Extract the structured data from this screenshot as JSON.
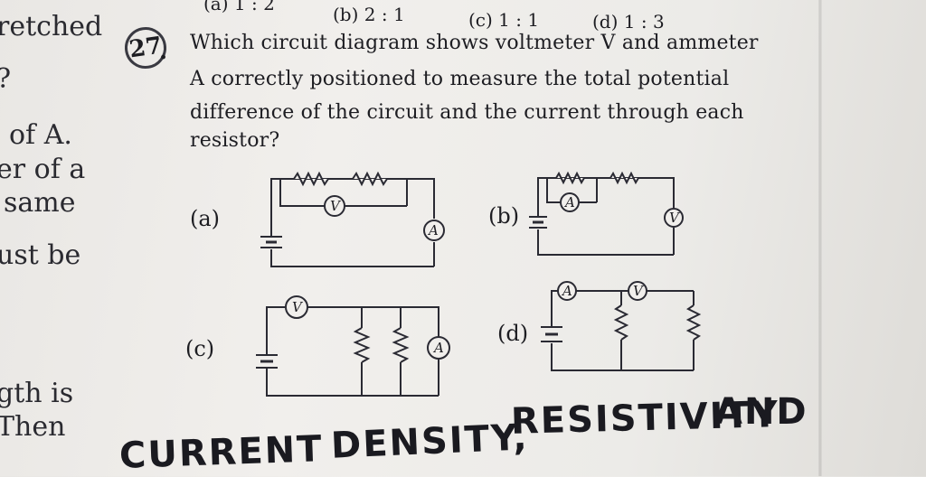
{
  "left_margin": [
    "retched",
    "?",
    "of A.",
    "er of a",
    "same",
    "ust be",
    "gth is",
    "Then"
  ],
  "prev_options": {
    "a": "(a)  1 : 2",
    "b": "(b)  2 : 1",
    "c": "(c)  1 : 1",
    "d": "(d)  1 : 3"
  },
  "question": {
    "number": "27",
    "lines": [
      "Which circuit diagram shows voltmeter V and ammeter",
      "A correctly positioned to measure the total potential",
      "difference of the circuit and the current through each",
      "resistor?"
    ]
  },
  "options": {
    "a_label": "(a)",
    "b_label": "(b)",
    "c_label": "(c)",
    "d_label": "(d)"
  },
  "meters": {
    "voltmeter": "V",
    "ammeter": "A"
  },
  "heading": {
    "word1": "CURRENT",
    "word2": "DENSITY,",
    "word3": "RESISTIVITY",
    "word4": "AND"
  }
}
